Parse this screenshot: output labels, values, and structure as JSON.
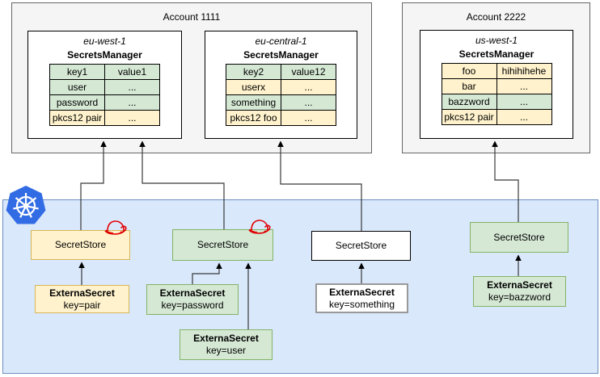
{
  "accounts": [
    {
      "title": "Account 1111",
      "regions": [
        {
          "name": "eu-west-1",
          "service": "SecretsManager",
          "rows": [
            {
              "key": "key1",
              "value": "value1",
              "color": "green"
            },
            {
              "key": "user",
              "value": "...",
              "color": "green"
            },
            {
              "key": "password",
              "value": "...",
              "color": "green"
            },
            {
              "key": "pkcs12 pair",
              "value": "...",
              "color": "yellow"
            }
          ]
        },
        {
          "name": "eu-central-1",
          "service": "SecretsManager",
          "rows": [
            {
              "key": "key2",
              "value": "value12",
              "color": "green"
            },
            {
              "key": "userx",
              "value": "...",
              "color": "yellow"
            },
            {
              "key": "something",
              "value": "...",
              "color": "green"
            },
            {
              "key": "pkcs12 foo",
              "value": "...",
              "color": "yellow"
            }
          ]
        }
      ]
    },
    {
      "title": "Account 2222",
      "regions": [
        {
          "name": "us-west-1",
          "service": "SecretsManager",
          "rows": [
            {
              "key": "foo",
              "value": "hihihihehe",
              "color": "yellow"
            },
            {
              "key": "bar",
              "value": "...",
              "color": "yellow"
            },
            {
              "key": "bazzword",
              "value": "...",
              "color": "green"
            },
            {
              "key": "pkcs12 pair",
              "value": "...",
              "color": "yellow"
            }
          ]
        }
      ]
    }
  ],
  "kubernetes": {
    "platform_icon": "kubernetes-logo",
    "stores": [
      {
        "label": "SecretStore",
        "color": "yellow",
        "redhat_icon": true
      },
      {
        "label": "SecretStore",
        "color": "green",
        "redhat_icon": true
      },
      {
        "label": "SecretStore",
        "color": "white",
        "redhat_icon": false
      },
      {
        "label": "SecretStore",
        "color": "green",
        "redhat_icon": false
      }
    ],
    "external_secrets": [
      {
        "title": "ExternaSecret",
        "key": "key=pair",
        "color": "yellow"
      },
      {
        "title": "ExternaSecret",
        "key": "key=password",
        "color": "green"
      },
      {
        "title": "ExternaSecret",
        "key": "key=user",
        "color": "green"
      },
      {
        "title": "ExternaSecret",
        "key": "key=something",
        "color": "white"
      },
      {
        "title": "ExternaSecret",
        "key": "key=bazzword",
        "color": "green"
      }
    ]
  },
  "colors": {
    "yellow_fill": "#fff2cc",
    "yellow_border": "#d6b656",
    "green_fill": "#d5e8d4",
    "green_border": "#82b366",
    "blue_zone_fill": "#dae8fc",
    "blue_zone_border": "#6c8ebf",
    "account_fill": "#f5f5f5",
    "account_border": "#666666",
    "kubernetes_blue": "#326ce5",
    "redhat_red": "#e00000"
  }
}
